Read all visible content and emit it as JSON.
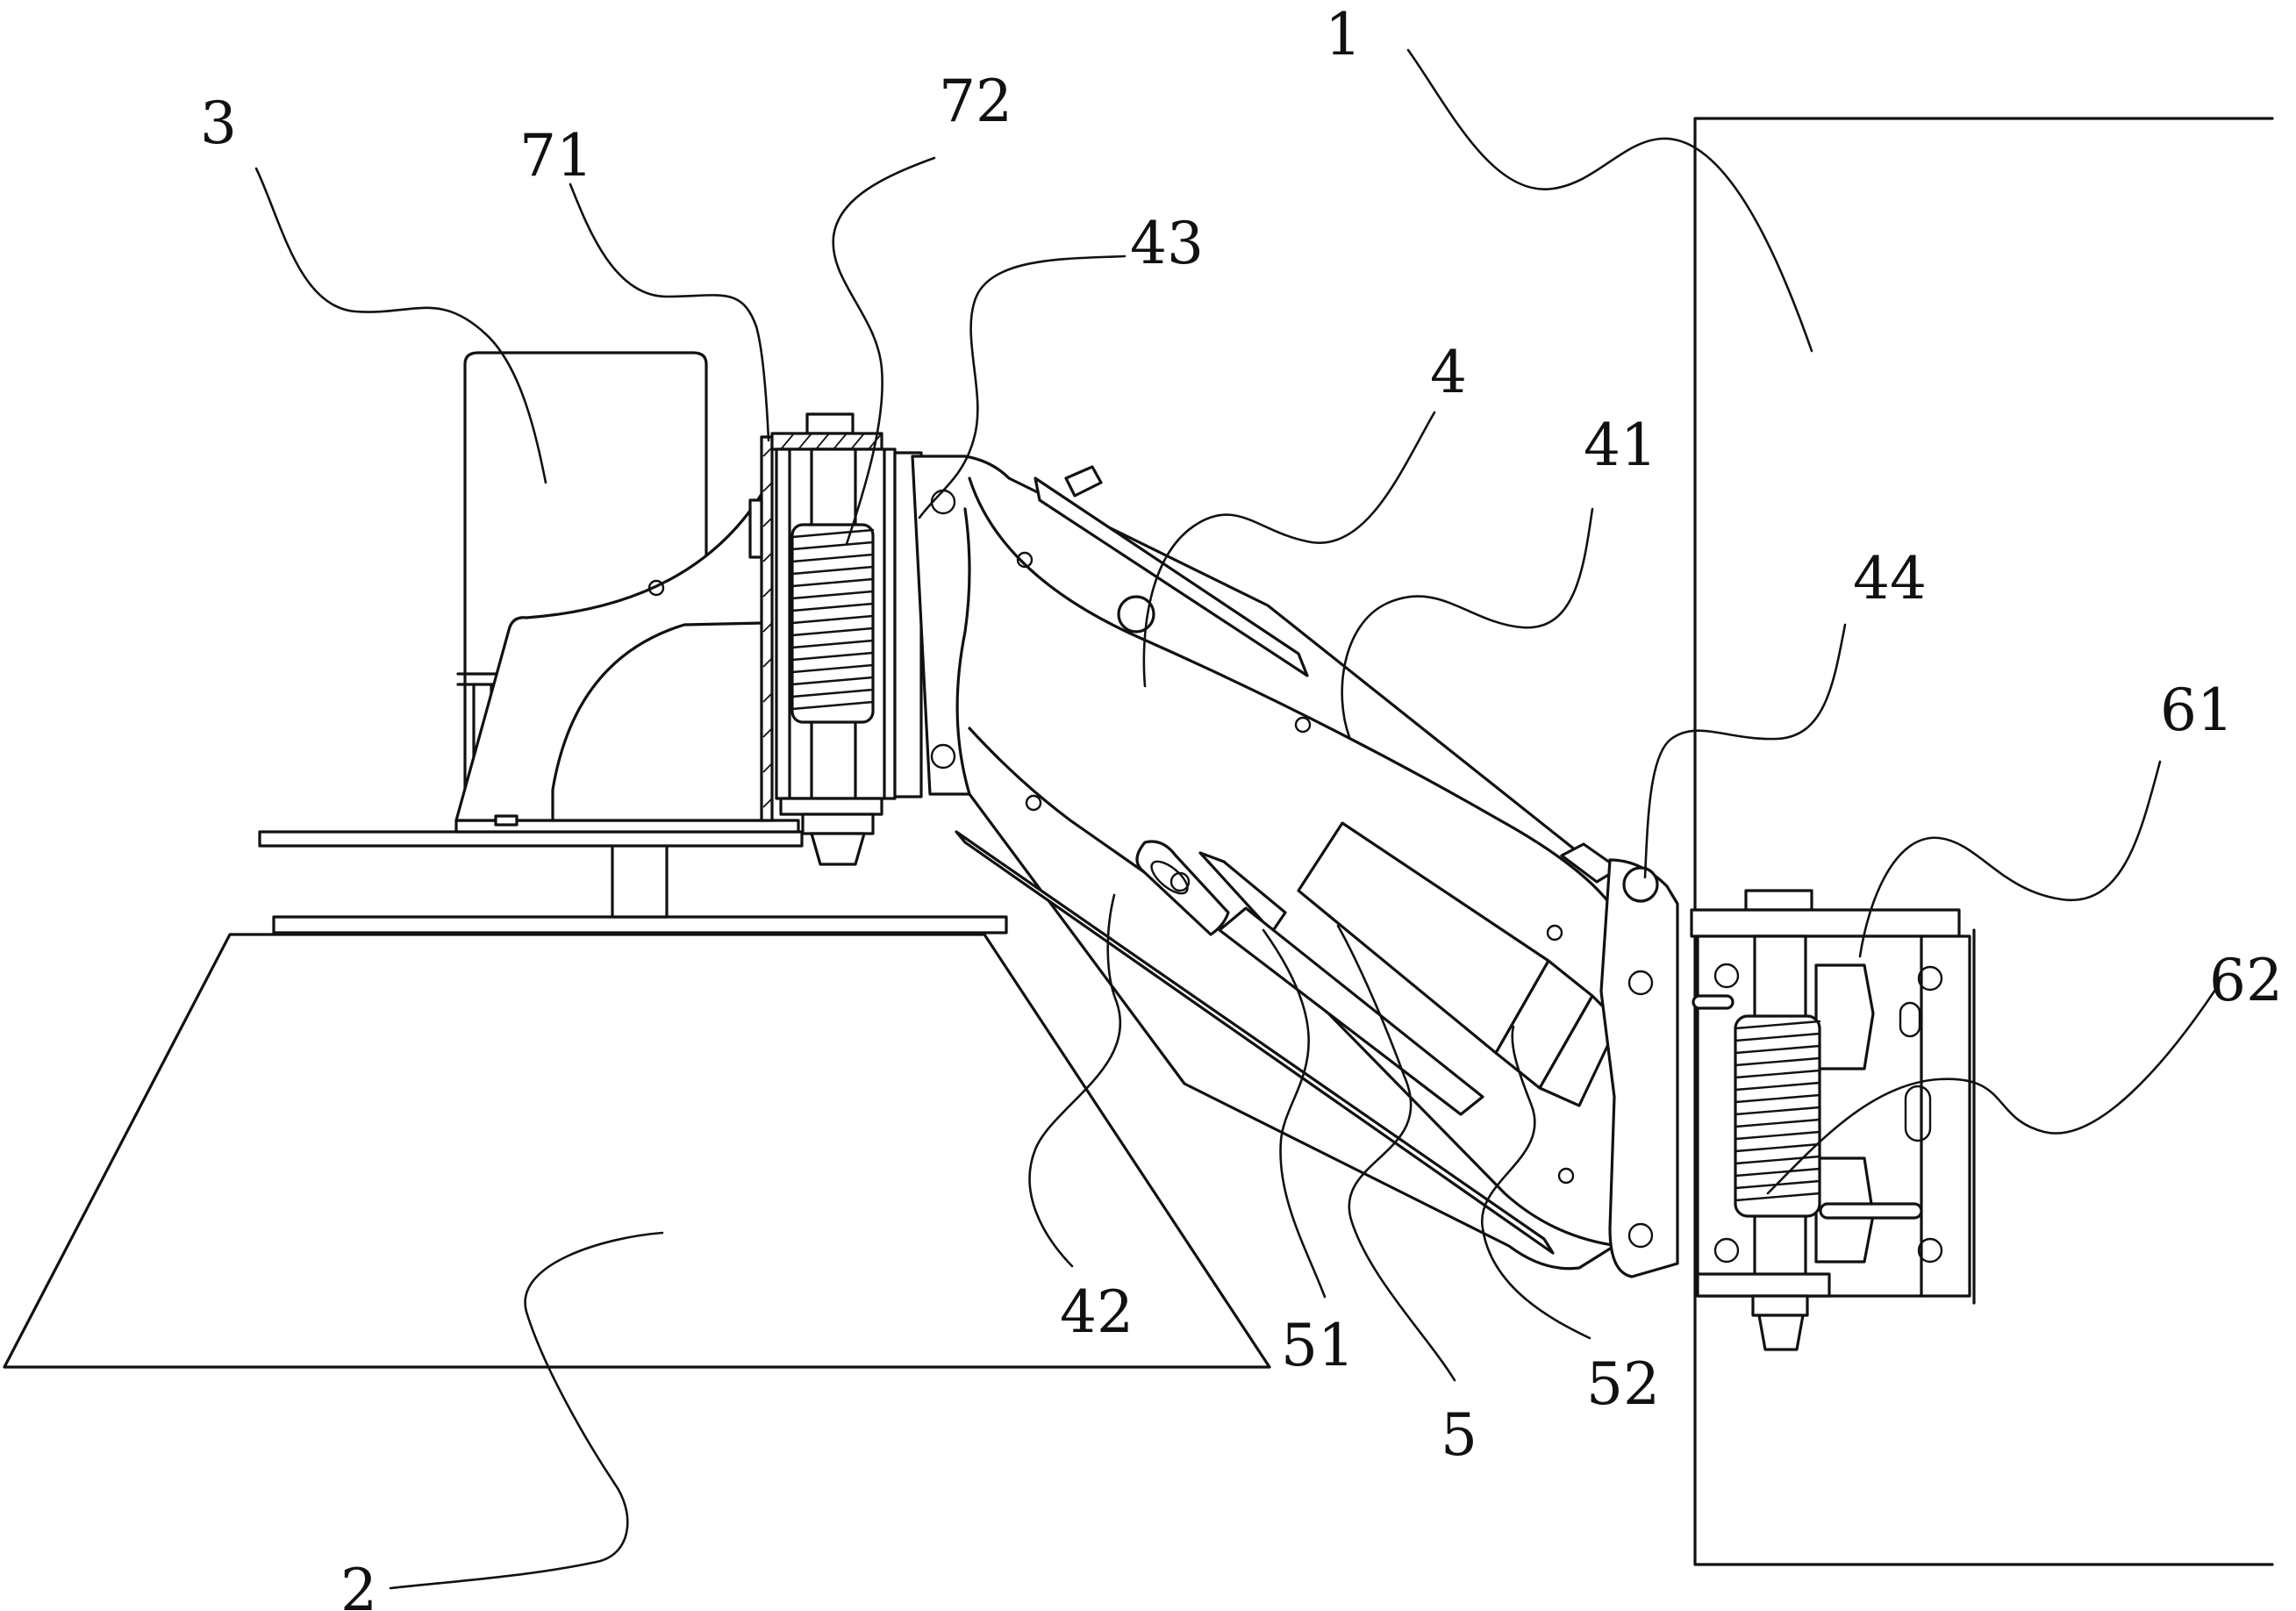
{
  "figure": {
    "callouts": [
      "1",
      "2",
      "3",
      "4",
      "5",
      "41",
      "42",
      "43",
      "44",
      "51",
      "52",
      "61",
      "62",
      "71",
      "72"
    ]
  }
}
